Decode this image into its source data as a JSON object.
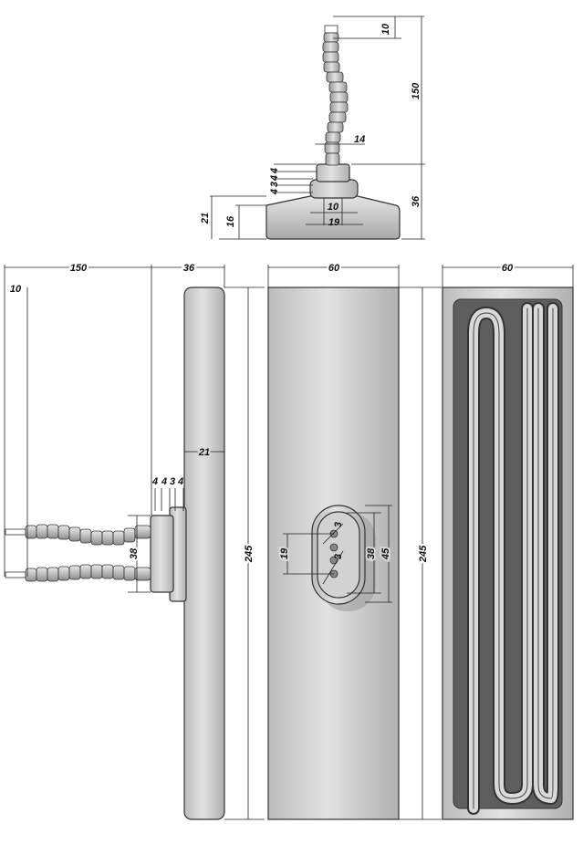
{
  "colors": {
    "body_fill": "#d6d6d6",
    "body_fill_dark": "#a9a9a9",
    "groove_fill": "#5e5e5e",
    "element_fill": "#d9d9d9",
    "outline": "#333333",
    "dim_text": "#111111",
    "background": "#ffffff"
  },
  "top_view": {
    "dims": {
      "wire_end": "10",
      "wire_length": "150",
      "wire_diameter": "14",
      "step_1": "4",
      "step_2": "4",
      "step_3": "3",
      "step_4": "4",
      "total_height": "36",
      "inner_width": "10",
      "base_width": "19",
      "base_height": "21",
      "flange_height": "16"
    }
  },
  "side_view": {
    "dims": {
      "wire_length": "150",
      "depth": "36",
      "wire_end": "10",
      "thickness": "21",
      "step_1": "4",
      "step_2": "4",
      "step_3": "3",
      "step_4": "4",
      "terminal_span": "38",
      "height": "245"
    }
  },
  "front_view": {
    "dims": {
      "width": "60",
      "height": "245",
      "pin_spacing": "19",
      "pin_label_a": "3",
      "pin_label_b": "3",
      "inner_span": "38",
      "outer_span": "45"
    }
  },
  "back_view": {
    "dims": {
      "width": "60",
      "height": "245"
    }
  }
}
